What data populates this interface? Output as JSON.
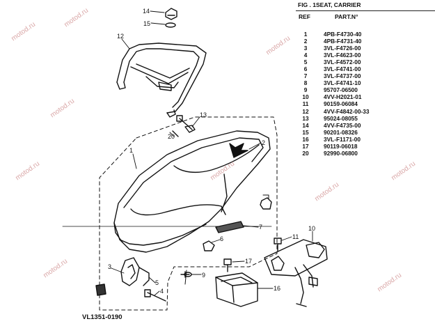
{
  "table": {
    "title": "FIG . 1SEAT, CARRIER",
    "ref_header": "REF",
    "part_header": "PART.N°",
    "rows": [
      {
        "ref": "1",
        "part": "4PB-F4730-40"
      },
      {
        "ref": "2",
        "part": "4PB-F4731-40"
      },
      {
        "ref": "3",
        "part": "3VL-F4726-00"
      },
      {
        "ref": "4",
        "part": "3VL-F4623-00"
      },
      {
        "ref": "5",
        "part": "3VL-F4572-00"
      },
      {
        "ref": "6",
        "part": "3VL-F4741-00"
      },
      {
        "ref": "7",
        "part": "3VL-F4737-00"
      },
      {
        "ref": "8",
        "part": "3VL-F4741-10"
      },
      {
        "ref": "9",
        "part": "95707-06500"
      },
      {
        "ref": "10",
        "part": "4VV-H2021-01"
      },
      {
        "ref": "11",
        "part": "90159-06084"
      },
      {
        "ref": "12",
        "part": "4VV-F4842-00-33"
      },
      {
        "ref": "13",
        "part": "95024-08055"
      },
      {
        "ref": "14",
        "part": "4VV-F4735-00"
      },
      {
        "ref": "15",
        "part": "90201-08326"
      },
      {
        "ref": "16",
        "part": "3VL-F1171-00"
      },
      {
        "ref": "17",
        "part": "90119-06018"
      },
      {
        "ref": "20",
        "part": "92990-06800"
      }
    ]
  },
  "callouts": {
    "c1": "1",
    "c2": "2",
    "c3": "3",
    "c4": "4",
    "c5": "5",
    "c6": "6",
    "c7": "7",
    "c9": "9",
    "c10": "10",
    "c11": "11",
    "c12": "12",
    "c13": "13",
    "c14": "14",
    "c15": "15",
    "c16": "16",
    "c17": "17",
    "c20": "20"
  },
  "drawing_code": "VL1351-0190",
  "watermark": "motod.ru"
}
